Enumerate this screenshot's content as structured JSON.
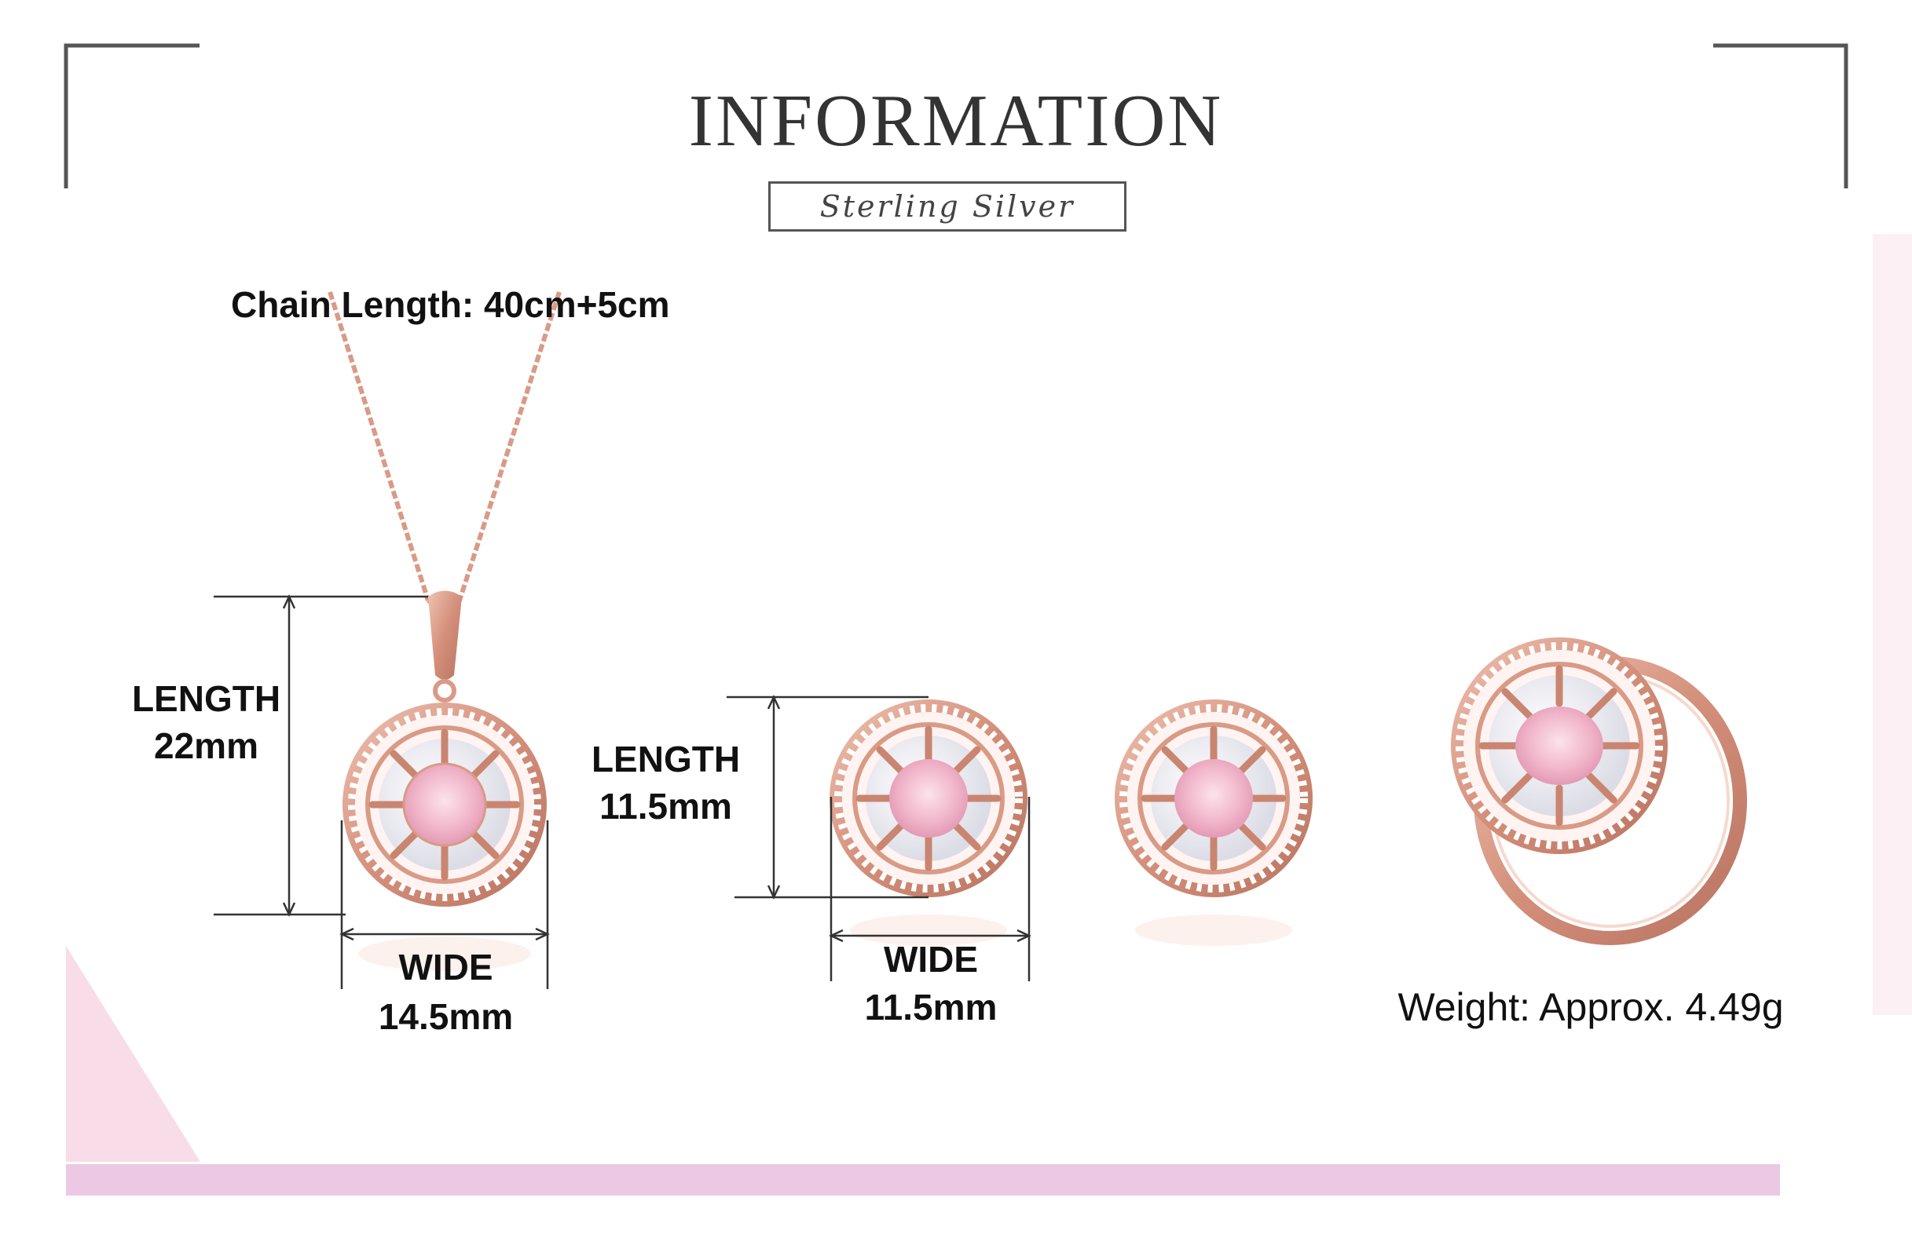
{
  "header": {
    "title": "INFORMATION",
    "subtitle": "Sterling Silver"
  },
  "necklace": {
    "chain_length": "Chain Length: 40cm+5cm",
    "length_label": "LENGTH",
    "length_value": "22mm",
    "wide_label": "WIDE",
    "wide_value": "14.5mm"
  },
  "earrings": {
    "length_label": "LENGTH",
    "length_value": "11.5mm",
    "wide_label": "WIDE",
    "wide_value": "11.5mm"
  },
  "ring": {
    "weight": "Weight: Approx. 4.49g"
  },
  "colors": {
    "rose_gold": "#d99a86",
    "pink_stone": "#f2b8cc",
    "accent_bar": "#ecc8e4",
    "frame": "#555555"
  }
}
